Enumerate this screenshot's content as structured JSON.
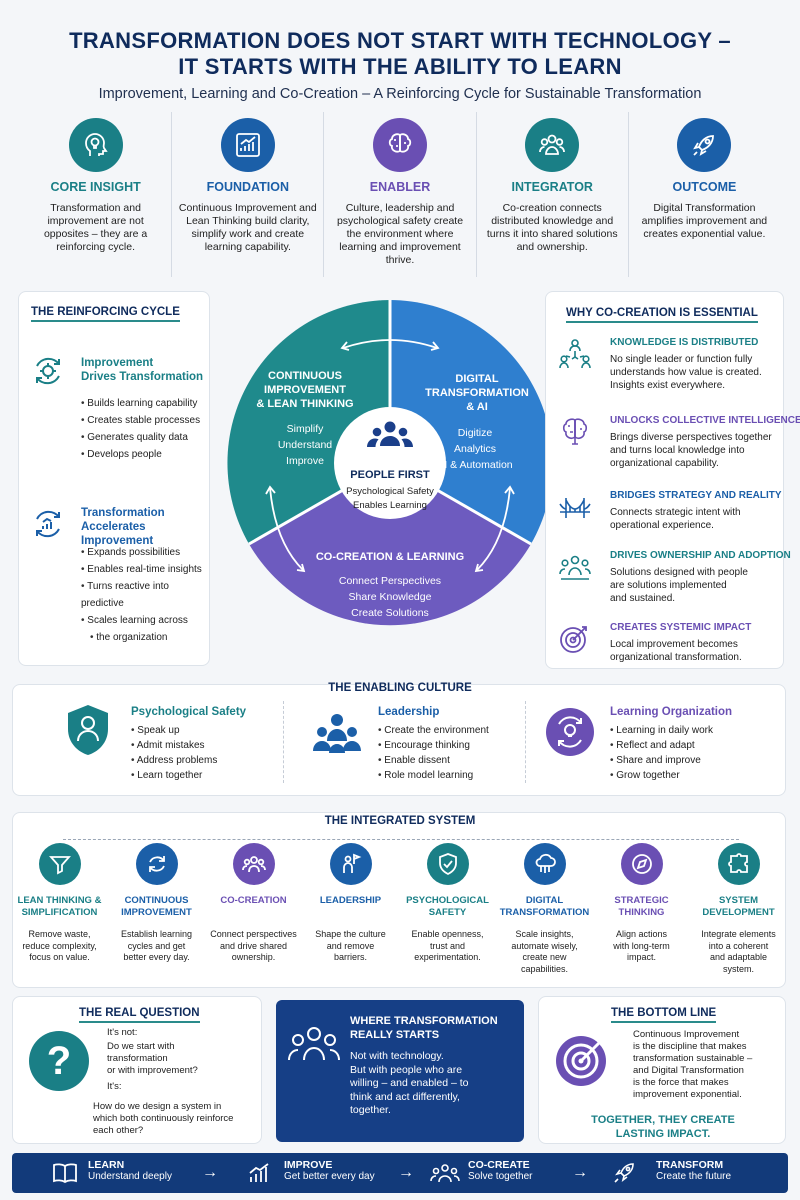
{
  "header": {
    "title_line1": "TRANSFORMATION DOES NOT START WITH TECHNOLOGY –",
    "title_line2": "IT STARTS WITH THE ABILITY TO LEARN",
    "subtitle": "Improvement, Learning and Co-Creation – A Reinforcing Cycle for Sustainable Transformation"
  },
  "pillars": [
    {
      "title": "CORE INSIGHT",
      "text": "Transformation and improvement are not opposites – they are a reinforcing cycle.",
      "color": "#1a7f86",
      "icon": "head-lightbulb-icon"
    },
    {
      "title": "FOUNDATION",
      "text": "Continuous Improvement and Lean Thinking build clarity, simplify work and create learning capability.",
      "color": "#1b5fa8",
      "icon": "growth-chart-icon"
    },
    {
      "title": "ENABLER",
      "text": "Culture, leadership and psychological safety create the environment where learning and improvement thrive.",
      "color": "#6a4fb3",
      "icon": "brain-icon"
    },
    {
      "title": "INTEGRATOR",
      "text": "Co-creation connects distributed knowledge and turns it into shared solutions and ownership.",
      "color": "#1a7f86",
      "icon": "group-icon"
    },
    {
      "title": "OUTCOME",
      "text": "Digital Transformation amplifies improvement and creates exponential value.",
      "color": "#1b5fa8",
      "icon": "rocket-icon"
    }
  ],
  "cycle_panel": {
    "title": "THE REINFORCING CYCLE",
    "block1": {
      "title_line1": "Improvement",
      "title_line2": "Drives Transformation",
      "items": [
        "Builds learning capability",
        "Creates stable processes",
        "Generates quality data",
        "Develops people"
      ]
    },
    "block2": {
      "title_line1": "Transformation",
      "title_line2": "Accelerates Improvement",
      "items": [
        "Expands possibilities",
        "Enables real-time insights",
        "Turns reactive into predictive",
        "Scales learning across",
        "the organization"
      ]
    }
  },
  "wheel": {
    "left_title": [
      "CONTINUOUS",
      "IMPROVEMENT",
      "& LEAN THINKING"
    ],
    "left_items": [
      "Simplify",
      "Understand",
      "Improve"
    ],
    "right_title": [
      "DIGITAL",
      "TRANSFORMATION",
      "& AI"
    ],
    "right_items": [
      "Digitize",
      "Analytics",
      "AI & Automation"
    ],
    "bottom_title": "CO-CREATION & LEARNING",
    "bottom_items": [
      "Connect Perspectives",
      "Share Knowledge",
      "Create Solutions"
    ],
    "center_title": "PEOPLE FIRST",
    "center_sub1": "Psychological Safety",
    "center_sub2": "Enables Learning",
    "colors": {
      "teal": "#1f8a8c",
      "blue": "#2f7fcf",
      "purple": "#6d5bbf"
    }
  },
  "why_panel": {
    "title": "WHY CO-CREATION IS ESSENTIAL",
    "items": [
      {
        "title": "KNOWLEDGE IS DISTRIBUTED",
        "text": [
          "No single leader or function fully",
          "understands how value is created.",
          "Insights exist everywhere."
        ],
        "icon": "network-people-icon",
        "color": "#1a7f86"
      },
      {
        "title": "UNLOCKS COLLECTIVE INTELLIGENCE",
        "text": [
          "Brings diverse perspectives together",
          "and turns local knowledge into",
          "organizational capability."
        ],
        "icon": "brain-icon",
        "color": "#6a4fb3"
      },
      {
        "title": "BRIDGES STRATEGY AND REALITY",
        "text": [
          "Connects strategic intent with",
          "operational experience."
        ],
        "icon": "bridge-icon",
        "color": "#1b5fa8"
      },
      {
        "title": "DRIVES OWNERSHIP AND ADOPTION",
        "text": [
          "Solutions designed with people",
          "are solutions implemented",
          "and sustained."
        ],
        "icon": "people-icon",
        "color": "#1a7f86"
      },
      {
        "title": "CREATES SYSTEMIC IMPACT",
        "text": [
          "Local improvement becomes",
          "organizational transformation."
        ],
        "icon": "target-icon",
        "color": "#6a4fb3"
      }
    ]
  },
  "culture": {
    "title": "THE ENABLING CULTURE",
    "blocks": [
      {
        "title": "Psychological Safety",
        "items": [
          "Speak up",
          "Admit mistakes",
          "Address problems",
          "Learn together"
        ],
        "icon": "shield-person-icon",
        "color": "#1a7f86"
      },
      {
        "title": "Leadership",
        "items": [
          "Create the environment",
          "Encourage thinking",
          "Enable dissent",
          "Role model learning"
        ],
        "icon": "leader-group-icon",
        "color": "#1b5fa8"
      },
      {
        "title": "Learning Organization",
        "items": [
          "Learning in daily work",
          "Reflect and adapt",
          "Share and improve",
          "Grow together"
        ],
        "icon": "cycle-bulb-icon",
        "color": "#6a4fb3"
      }
    ]
  },
  "system": {
    "title": "THE INTEGRATED SYSTEM",
    "items": [
      {
        "title": [
          "LEAN THINKING &",
          "SIMPLIFICATION"
        ],
        "text": [
          "Remove waste,",
          "reduce complexity,",
          "focus on value."
        ],
        "color": "#1a7f86",
        "icon": "funnel-icon"
      },
      {
        "title": [
          "CONTINUOUS",
          "IMPROVEMENT"
        ],
        "text": [
          "Establish learning",
          "cycles and get",
          "better every day."
        ],
        "color": "#1b5fa8",
        "icon": "refresh-icon"
      },
      {
        "title": [
          "CO-CREATION"
        ],
        "text": [
          "Connect perspectives",
          "and drive shared",
          "ownership."
        ],
        "color": "#6a4fb3",
        "icon": "group-icon"
      },
      {
        "title": [
          "LEADERSHIP"
        ],
        "text": [
          "Shape the culture",
          "and remove",
          "barriers."
        ],
        "color": "#1b5fa8",
        "icon": "flag-person-icon"
      },
      {
        "title": [
          "PSYCHOLOGICAL",
          "SAFETY"
        ],
        "text": [
          "Enable openness,",
          "trust and",
          "experimentation."
        ],
        "color": "#1a7f86",
        "icon": "shield-check-icon"
      },
      {
        "title": [
          "DIGITAL",
          "TRANSFORMATION"
        ],
        "text": [
          "Scale insights,",
          "automate wisely,",
          "create new",
          "capabilities."
        ],
        "color": "#1b5fa8",
        "icon": "cloud-icon"
      },
      {
        "title": [
          "STRATEGIC",
          "THINKING"
        ],
        "text": [
          "Align actions",
          "with long-term",
          "impact."
        ],
        "color": "#6a4fb3",
        "icon": "compass-icon"
      },
      {
        "title": [
          "SYSTEM",
          "DEVELOPMENT"
        ],
        "text": [
          "Integrate elements",
          "into a coherent",
          "and adaptable",
          "system."
        ],
        "color": "#1a7f86",
        "icon": "puzzle-icon"
      }
    ]
  },
  "real_question": {
    "title": "THE REAL QUESTION",
    "its_not": "It's not:",
    "q1": [
      "Do we start with",
      "transformation",
      "or with improvement?"
    ],
    "its": "It's:",
    "q2": [
      "How do we design a system in",
      "which both continuously reinforce",
      "each other?"
    ]
  },
  "where": {
    "title": [
      "WHERE TRANSFORMATION",
      "REALLY STARTS"
    ],
    "text": [
      "Not with technology.",
      "But with people who are",
      "willing – and enabled – to",
      "think and act differently,",
      "together."
    ]
  },
  "bottom_line": {
    "title": "THE BOTTOM LINE",
    "text": [
      "Continuous Improvement",
      "is the discipline that makes",
      "transformation sustainable –",
      "and Digital Transformation",
      "is the force that makes",
      "improvement exponential."
    ],
    "tagline1": "TOGETHER, THEY CREATE",
    "tagline2": "LASTING IMPACT."
  },
  "footer": [
    {
      "title": "LEARN",
      "sub": "Understand deeply",
      "icon": "book-icon"
    },
    {
      "title": "IMPROVE",
      "sub": "Get better every day",
      "icon": "chart-icon"
    },
    {
      "title": "CO-CREATE",
      "sub": "Solve together",
      "icon": "group-icon"
    },
    {
      "title": "TRANSFORM",
      "sub": "Create the future",
      "icon": "rocket-icon"
    }
  ]
}
